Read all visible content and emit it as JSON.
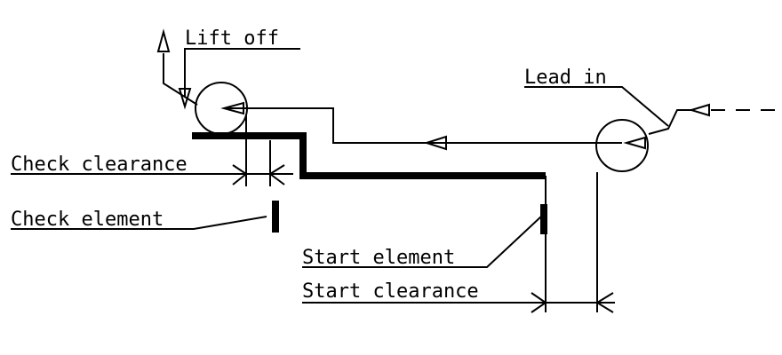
{
  "labels": {
    "lift_off": "Lift off",
    "lead_in": "Lead in",
    "check_clearance": "Check clearance",
    "check_element": "Check element",
    "start_element": "Start element",
    "start_clearance": "Start clearance"
  },
  "colors": {
    "ink": "#000000",
    "background": "#ffffff"
  }
}
